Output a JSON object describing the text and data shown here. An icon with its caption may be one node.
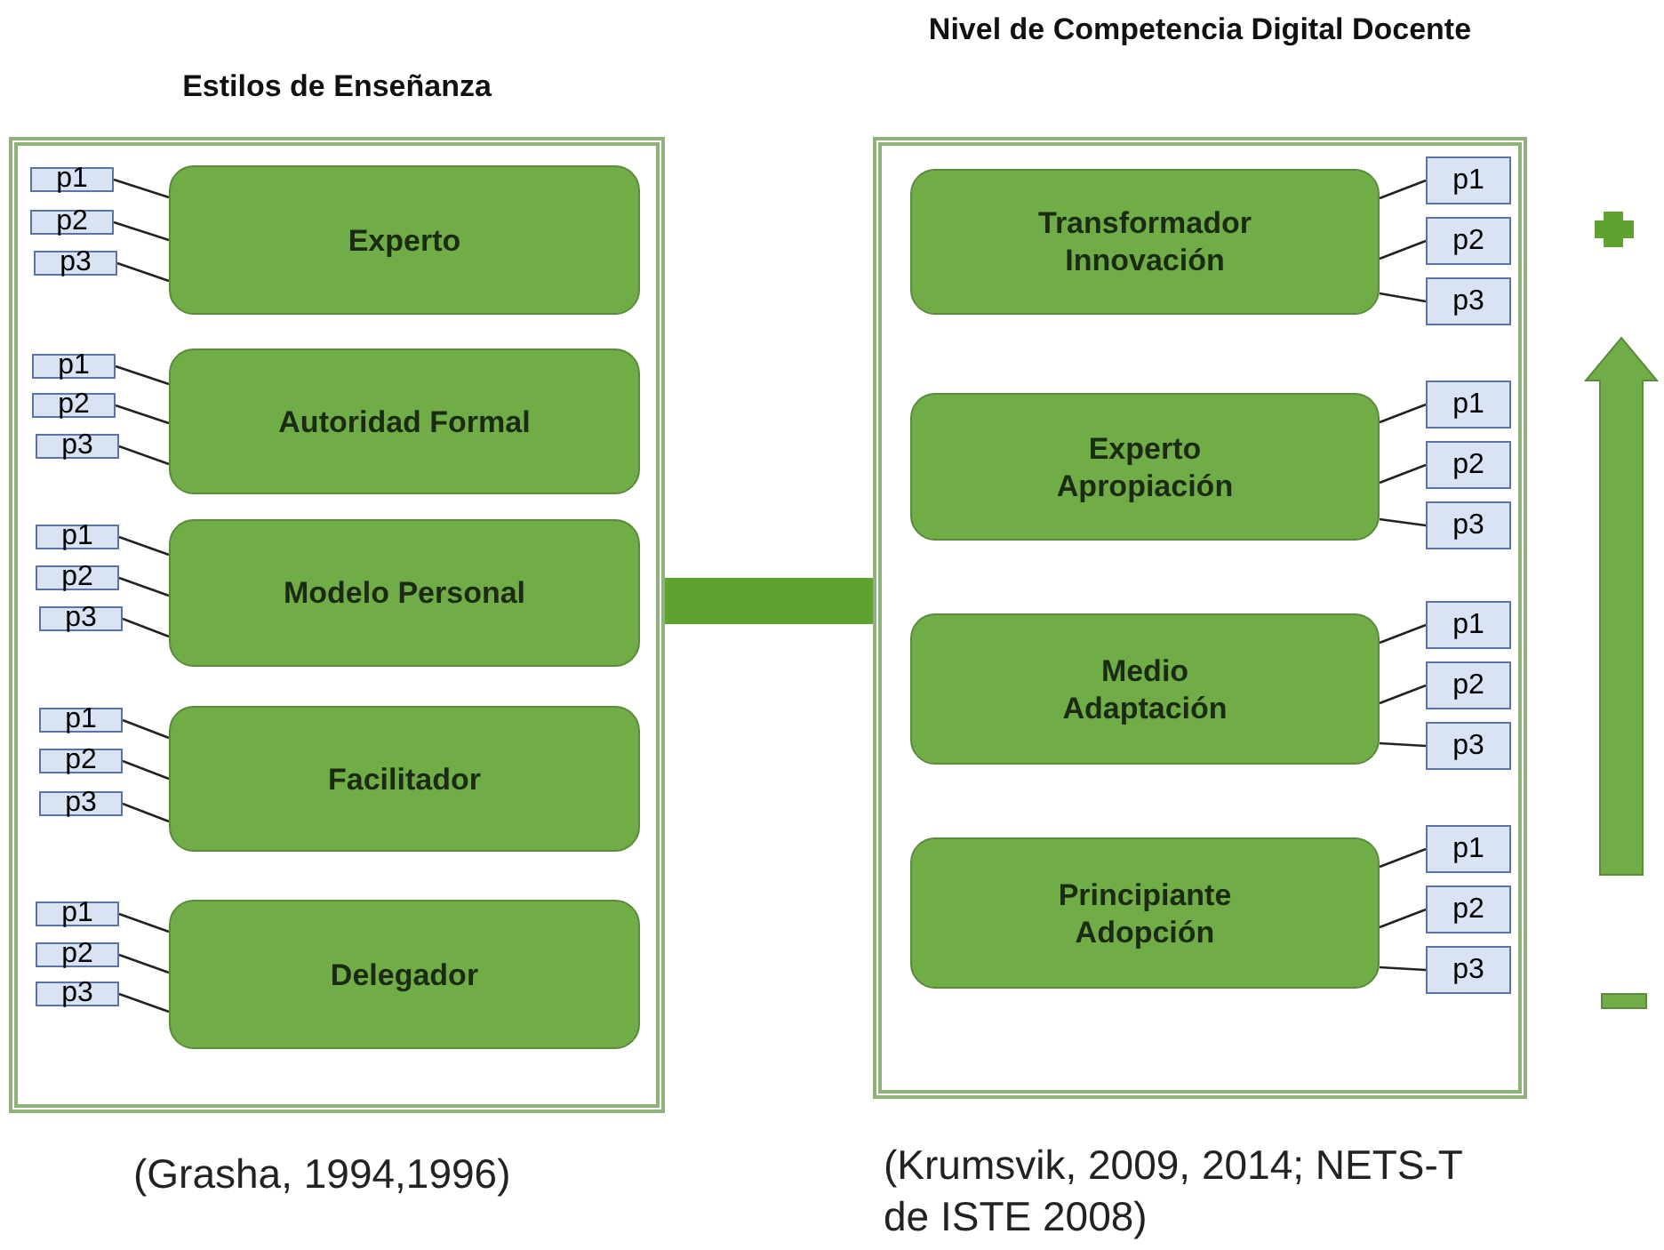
{
  "diagram": {
    "nodes": [
      {
        "text": [
          "Estilos de Enseñanza"
        ]
      },
      {
        "text": [
          "Experto"
        ],
        "in": 0
      },
      {
        "text": [
          "p1"
        ],
        "in": 0
      },
      {
        "text": [
          "p2"
        ],
        "in": 0
      },
      {
        "text": [
          "p3"
        ],
        "in": 0
      },
      {
        "text": [
          "Autoridad Formal"
        ],
        "in": 0
      },
      {
        "text": [
          "p1"
        ],
        "in": 0
      },
      {
        "text": [
          "p2"
        ],
        "in": 0
      },
      {
        "text": [
          "p3"
        ],
        "in": 0
      },
      {
        "text": [
          "Modelo Personal"
        ],
        "in": 0
      },
      {
        "text": [
          "p1"
        ],
        "in": 0
      },
      {
        "text": [
          "p2"
        ],
        "in": 0
      },
      {
        "text": [
          "p3"
        ],
        "in": 0
      },
      {
        "text": [
          "Facilitador"
        ],
        "in": 0
      },
      {
        "text": [
          "p1"
        ],
        "in": 0
      },
      {
        "text": [
          "p2"
        ],
        "in": 0
      },
      {
        "text": [
          "p3"
        ],
        "in": 0
      },
      {
        "text": [
          "Delegador"
        ],
        "in": 0
      },
      {
        "text": [
          "p1"
        ],
        "in": 0
      },
      {
        "text": [
          "p2"
        ],
        "in": 0
      },
      {
        "text": [
          "p3"
        ],
        "in": 0
      },
      {
        "text": [
          "Nivel de Competencia Digital Docente"
        ]
      },
      {
        "text": [
          "Transformador",
          "Innovación"
        ],
        "in": 21
      },
      {
        "text": [
          "p1"
        ],
        "in": 21
      },
      {
        "text": [
          "p2"
        ],
        "in": 21
      },
      {
        "text": [
          "p3"
        ],
        "in": 21
      },
      {
        "text": [
          "Experto",
          "Apropiación"
        ],
        "in": 21
      },
      {
        "text": [
          "p1"
        ],
        "in": 21
      },
      {
        "text": [
          "p2"
        ],
        "in": 21
      },
      {
        "text": [
          "p3"
        ],
        "in": 21
      },
      {
        "text": [
          "Medio",
          "Adaptación"
        ],
        "in": 21
      },
      {
        "text": [
          "p1"
        ],
        "in": 21
      },
      {
        "text": [
          "p2"
        ],
        "in": 21
      },
      {
        "text": [
          "p3"
        ],
        "in": 21
      },
      {
        "text": [
          "Principiante",
          "Adopción"
        ],
        "in": 21
      },
      {
        "text": [
          "p1"
        ],
        "in": 21
      },
      {
        "text": [
          "p2"
        ],
        "in": 21
      },
      {
        "text": [
          "p3"
        ],
        "in": 21
      }
    ],
    "edges": [
      {
        "from": 2,
        "to": 1,
        "arrow": "none"
      },
      {
        "from": 3,
        "to": 1,
        "arrow": "none"
      },
      {
        "from": 4,
        "to": 1,
        "arrow": "none"
      },
      {
        "from": 6,
        "to": 5,
        "arrow": "none"
      },
      {
        "from": 7,
        "to": 5,
        "arrow": "none"
      },
      {
        "from": 8,
        "to": 5,
        "arrow": "none"
      },
      {
        "from": 10,
        "to": 9,
        "arrow": "none"
      },
      {
        "from": 11,
        "to": 9,
        "arrow": "none"
      },
      {
        "from": 12,
        "to": 9,
        "arrow": "none"
      },
      {
        "from": 14,
        "to": 13,
        "arrow": "none"
      },
      {
        "from": 15,
        "to": 13,
        "arrow": "none"
      },
      {
        "from": 16,
        "to": 13,
        "arrow": "none"
      },
      {
        "from": 18,
        "to": 17,
        "arrow": "none"
      },
      {
        "from": 19,
        "to": 17,
        "arrow": "none"
      },
      {
        "from": 20,
        "to": 17,
        "arrow": "none"
      },
      {
        "from": 23,
        "to": 22,
        "arrow": "none"
      },
      {
        "from": 24,
        "to": 22,
        "arrow": "none"
      },
      {
        "from": 25,
        "to": 22,
        "arrow": "none"
      },
      {
        "from": 27,
        "to": 26,
        "arrow": "none"
      },
      {
        "from": 28,
        "to": 26,
        "arrow": "none"
      },
      {
        "from": 29,
        "to": 26,
        "arrow": "none"
      },
      {
        "from": 31,
        "to": 30,
        "arrow": "none"
      },
      {
        "from": 32,
        "to": 30,
        "arrow": "none"
      },
      {
        "from": 33,
        "to": 30,
        "arrow": "none"
      },
      {
        "from": 35,
        "to": 34,
        "arrow": "none"
      },
      {
        "from": 36,
        "to": 34,
        "arrow": "none"
      },
      {
        "from": 37,
        "to": 34,
        "arrow": "none"
      },
      {
        "from": 0,
        "to": 21,
        "arrow": "none",
        "style": "thick",
        "color": "#5fa22f"
      }
    ],
    "labels": [
      "(Grasha, 1994,1996)",
      "(Krumsvik, 2009, 2014; NETS-T de ISTE 2008)"
    ]
  }
}
